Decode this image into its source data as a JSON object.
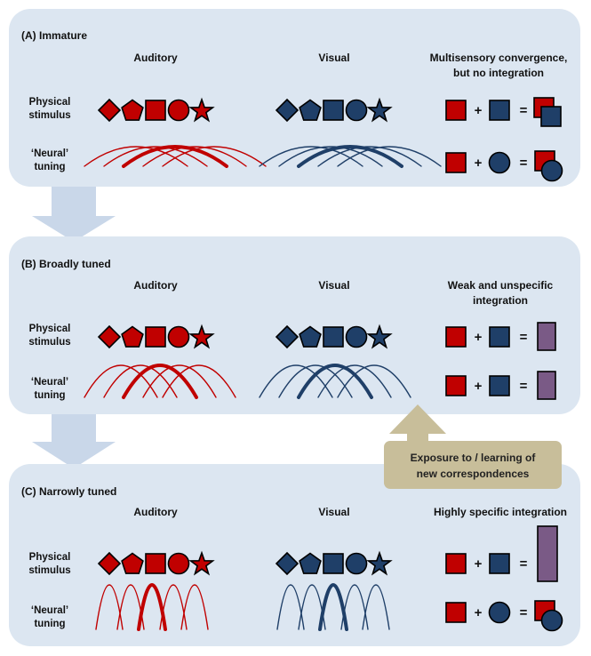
{
  "colors": {
    "panel_bg": "#dce6f1",
    "arrow_bg": "#c9d7e9",
    "auditory_red": "#c00000",
    "visual_blue": "#1f3f68",
    "integration_purple": "#7a5a86",
    "note_bg": "#c8be9a"
  },
  "columns": {
    "auditory": "Auditory",
    "visual": "Visual"
  },
  "rows": {
    "physical_1": "Physical",
    "physical_2": "stimulus",
    "neural_1": "‘Neural’",
    "neural_2": "tuning"
  },
  "symbols": {
    "plus": "+",
    "equals": "="
  },
  "shape_sequence": [
    "diamond",
    "pentagon",
    "square",
    "circle",
    "star"
  ],
  "panels": [
    {
      "id": "A",
      "title": "(A)  Immature",
      "integration_heading": [
        "Multisensory convergence,",
        "but no integration"
      ],
      "tuning": "broad",
      "result_top": "overlapping-squares",
      "result_bottom": "square-and-circle"
    },
    {
      "id": "B",
      "title": "(B)  Broadly tuned",
      "integration_heading": [
        "Weak and unspecific",
        "integration"
      ],
      "tuning": "medium",
      "result_top": "short-purple-bar",
      "result_bottom": "short-purple-bar"
    },
    {
      "id": "C",
      "title": "(C)  Narrowly tuned",
      "integration_heading": [
        "Highly specific integration"
      ],
      "tuning": "narrow",
      "result_top": "tall-purple-bar",
      "result_bottom": "square-and-circle"
    }
  ],
  "callout": {
    "line1": "Exposure to / learning of",
    "line2": "new correspondences"
  }
}
